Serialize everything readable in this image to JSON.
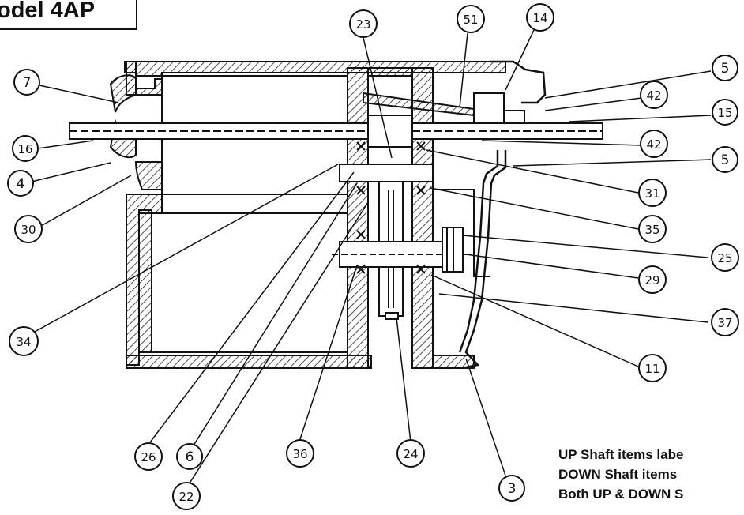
{
  "title": "odel 4AP",
  "legend": [
    "UP Shaft items labe",
    "DOWN Shaft items",
    "Both UP & DOWN S"
  ],
  "callouts": {
    "c7": "7",
    "c16": "16",
    "c4": "4",
    "c30": "30",
    "c34": "34",
    "c23": "23",
    "c51": "51",
    "c14": "14",
    "c5a": "5",
    "c42a": "42",
    "c15": "15",
    "c42b": "42",
    "c5b": "5",
    "c31": "31",
    "c35": "35",
    "c25": "25",
    "c29": "29",
    "c37": "37",
    "c11": "11",
    "c26": "26",
    "c6": "6",
    "c22": "22",
    "c36": "36",
    "c24": "24",
    "c3": "3"
  }
}
